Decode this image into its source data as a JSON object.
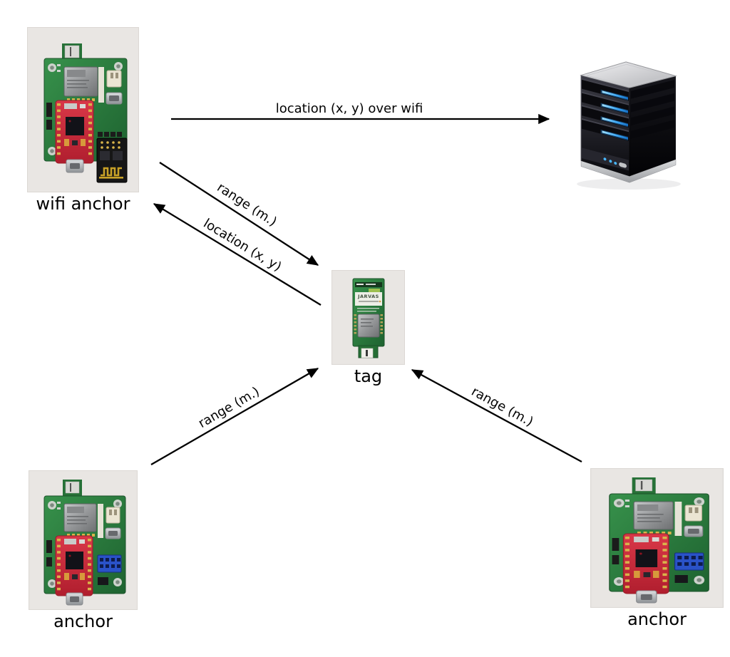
{
  "diagram": {
    "nodes": {
      "wifi_anchor": {
        "label": "wifi anchor"
      },
      "tag": {
        "label": "tag",
        "board_text": "JARVAS"
      },
      "anchor_left": {
        "label": "anchor"
      },
      "anchor_right": {
        "label": "anchor"
      }
    },
    "edges": {
      "wifi_anchor_to_server": {
        "label": "location (x, y) over wifi"
      },
      "wifi_anchor_to_tag": {
        "label": "range (m.)"
      },
      "tag_to_wifi_anchor": {
        "label": "location (x, y)"
      },
      "anchor_left_to_tag": {
        "label": "range (m.)"
      },
      "anchor_right_to_tag": {
        "label": "range (m.)"
      }
    },
    "colors": {
      "background": "#ffffff",
      "arrow": "#000000",
      "node_label_text": "#000000",
      "pcb_green": "#2e7d3a",
      "daughterboard_red": "#cc2a38",
      "pin_header_blue": "#2a52c8",
      "wifi_module_black": "#161616",
      "antenna_gold": "#c9a227",
      "server_led_blue": "#35a3ef",
      "photo_background": "#e9e6e3"
    }
  }
}
